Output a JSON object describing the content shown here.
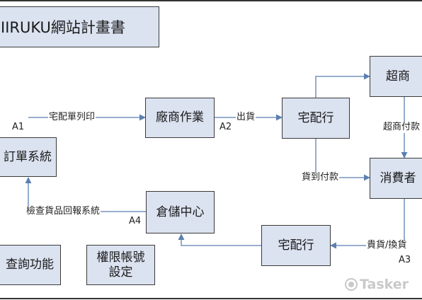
{
  "title": "IIRUKU網站計畫書",
  "boxes": {
    "order_system": "訂單系統",
    "vendor_ops": "廠商作業",
    "delivery_top": "宅配行",
    "convenience_store": "超商",
    "consumer": "消費者",
    "warehouse": "倉儲中心",
    "delivery_bottom": "宅配行",
    "query_function": "查詢功能",
    "account_settings_line1": "權限帳號",
    "account_settings_line2": "設定"
  },
  "labels": {
    "print_delivery_orders": "宅配單列印",
    "ship": "出貨",
    "store_payment": "超商付款",
    "cash_on_delivery": "貨到付款",
    "return_exchange": "貴貨/換貨",
    "inspect_report": "檢查貨品回報系統"
  },
  "codes": {
    "a1": "A1",
    "a2": "A2",
    "a3": "A3",
    "a4": "A4"
  },
  "watermark": "Tasker",
  "colors": {
    "box_fill": "#dbe2f0",
    "box_border": "#3a3a3a",
    "arrow": "#5b7fb0"
  }
}
